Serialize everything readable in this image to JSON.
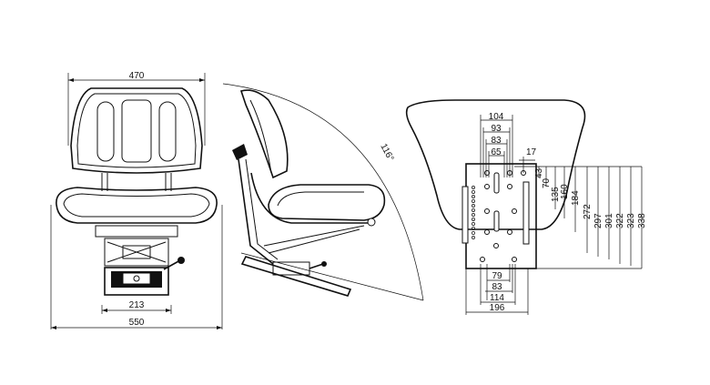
{
  "front_view": {
    "width_top": "470",
    "width_bottom": "550",
    "width_base": "213"
  },
  "side_view": {
    "angle": "116°"
  },
  "rear_view": {
    "top_dims": [
      "104",
      "93",
      "83",
      "65",
      "17"
    ],
    "right_dims": [
      "43",
      "70",
      "135",
      "160",
      "184",
      "272",
      "297",
      "301",
      "322",
      "323",
      "338"
    ],
    "bottom_dims": [
      "79",
      "83",
      "114",
      "196"
    ]
  }
}
